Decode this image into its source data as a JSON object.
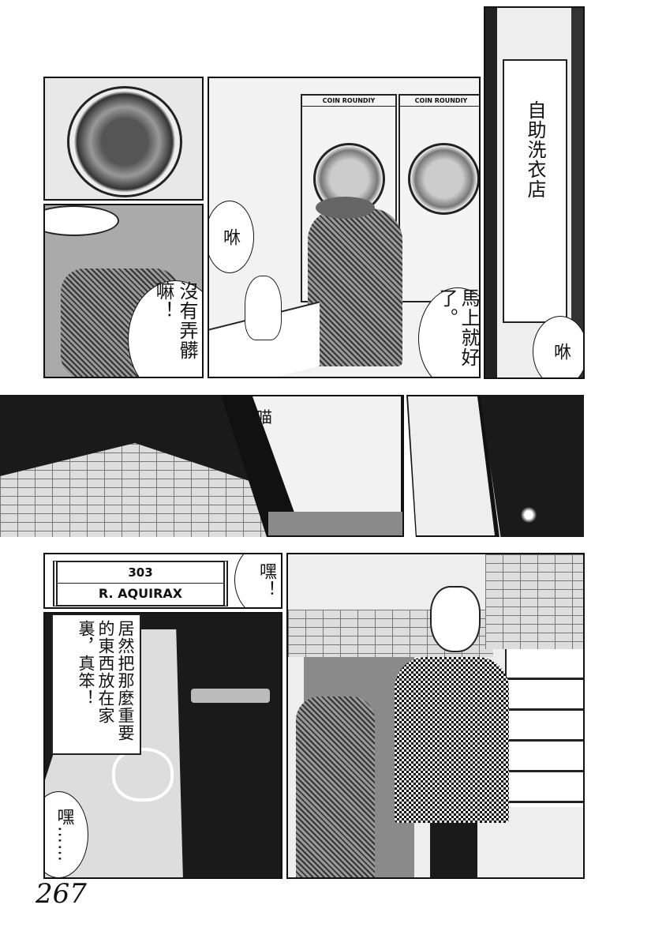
{
  "page_number": "267",
  "panel_laundromat": {
    "store_sign": "自助洗衣店",
    "machine_labels": [
      "COIN ROUNDIY",
      "COIN ROUNDIY"
    ],
    "bubble_cat_left": "咻",
    "bubble_woman": "馬上就好了。",
    "bubble_cat_right": "咻"
  },
  "panel_closeup": {
    "bubble": "沒有弄髒嘛！"
  },
  "panel_cat": {
    "bubble": "喵"
  },
  "panel_nameplate": {
    "room_number": "303",
    "name": "R. AQUIRAX",
    "bubble": "嘿！"
  },
  "panel_key": {
    "caption": "居然把那麼重要的東西放在家裏，真笨！",
    "bubble": "嘿……"
  }
}
